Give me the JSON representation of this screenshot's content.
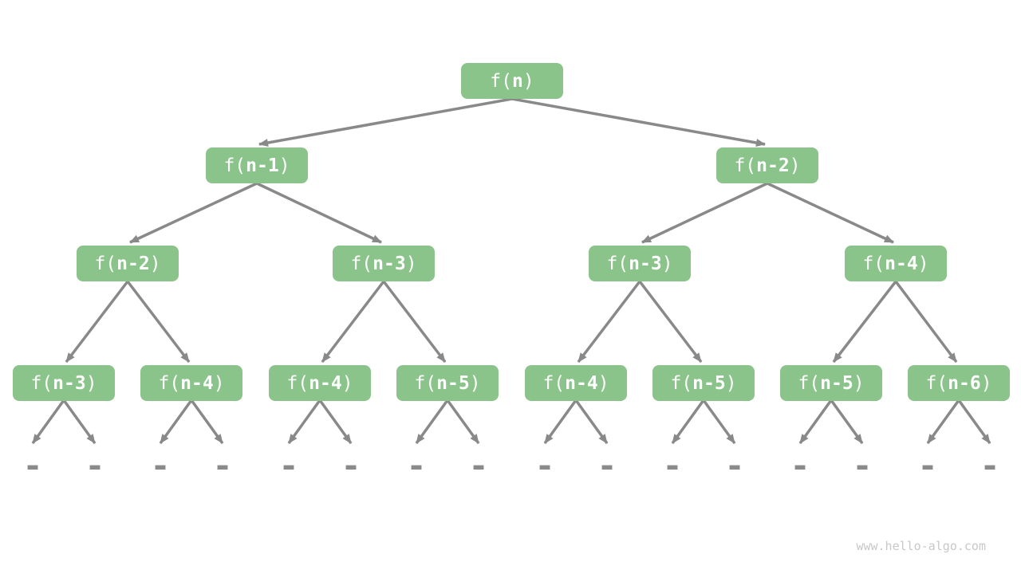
{
  "colors": {
    "background": "#ffffff",
    "node_fill": "#8bc48b",
    "node_text": "#ffffff",
    "edge": "#898989",
    "dots": "#8a8a8a",
    "watermark": "#c8c8c8"
  },
  "tree": {
    "root": {
      "prefix": "f(",
      "var": "n",
      "suffix": ")"
    },
    "level2": [
      {
        "prefix": "f(",
        "var": "n-1",
        "suffix": ")"
      },
      {
        "prefix": "f(",
        "var": "n-2",
        "suffix": ")"
      }
    ],
    "level3": [
      {
        "prefix": "f(",
        "var": "n-2",
        "suffix": ")"
      },
      {
        "prefix": "f(",
        "var": "n-3",
        "suffix": ")"
      },
      {
        "prefix": "f(",
        "var": "n-3",
        "suffix": ")"
      },
      {
        "prefix": "f(",
        "var": "n-4",
        "suffix": ")"
      }
    ],
    "level4": [
      {
        "prefix": "f(",
        "var": "n-3",
        "suffix": ")"
      },
      {
        "prefix": "f(",
        "var": "n-4",
        "suffix": ")"
      },
      {
        "prefix": "f(",
        "var": "n-4",
        "suffix": ")"
      },
      {
        "prefix": "f(",
        "var": "n-5",
        "suffix": ")"
      },
      {
        "prefix": "f(",
        "var": "n-4",
        "suffix": ")"
      },
      {
        "prefix": "f(",
        "var": "n-5",
        "suffix": ")"
      },
      {
        "prefix": "f(",
        "var": "n-5",
        "suffix": ")"
      },
      {
        "prefix": "f(",
        "var": "n-6",
        "suffix": ")"
      }
    ],
    "ellipsis": "...",
    "leaf_count": 16
  },
  "footer": {
    "watermark": "www.hello-algo.com"
  }
}
